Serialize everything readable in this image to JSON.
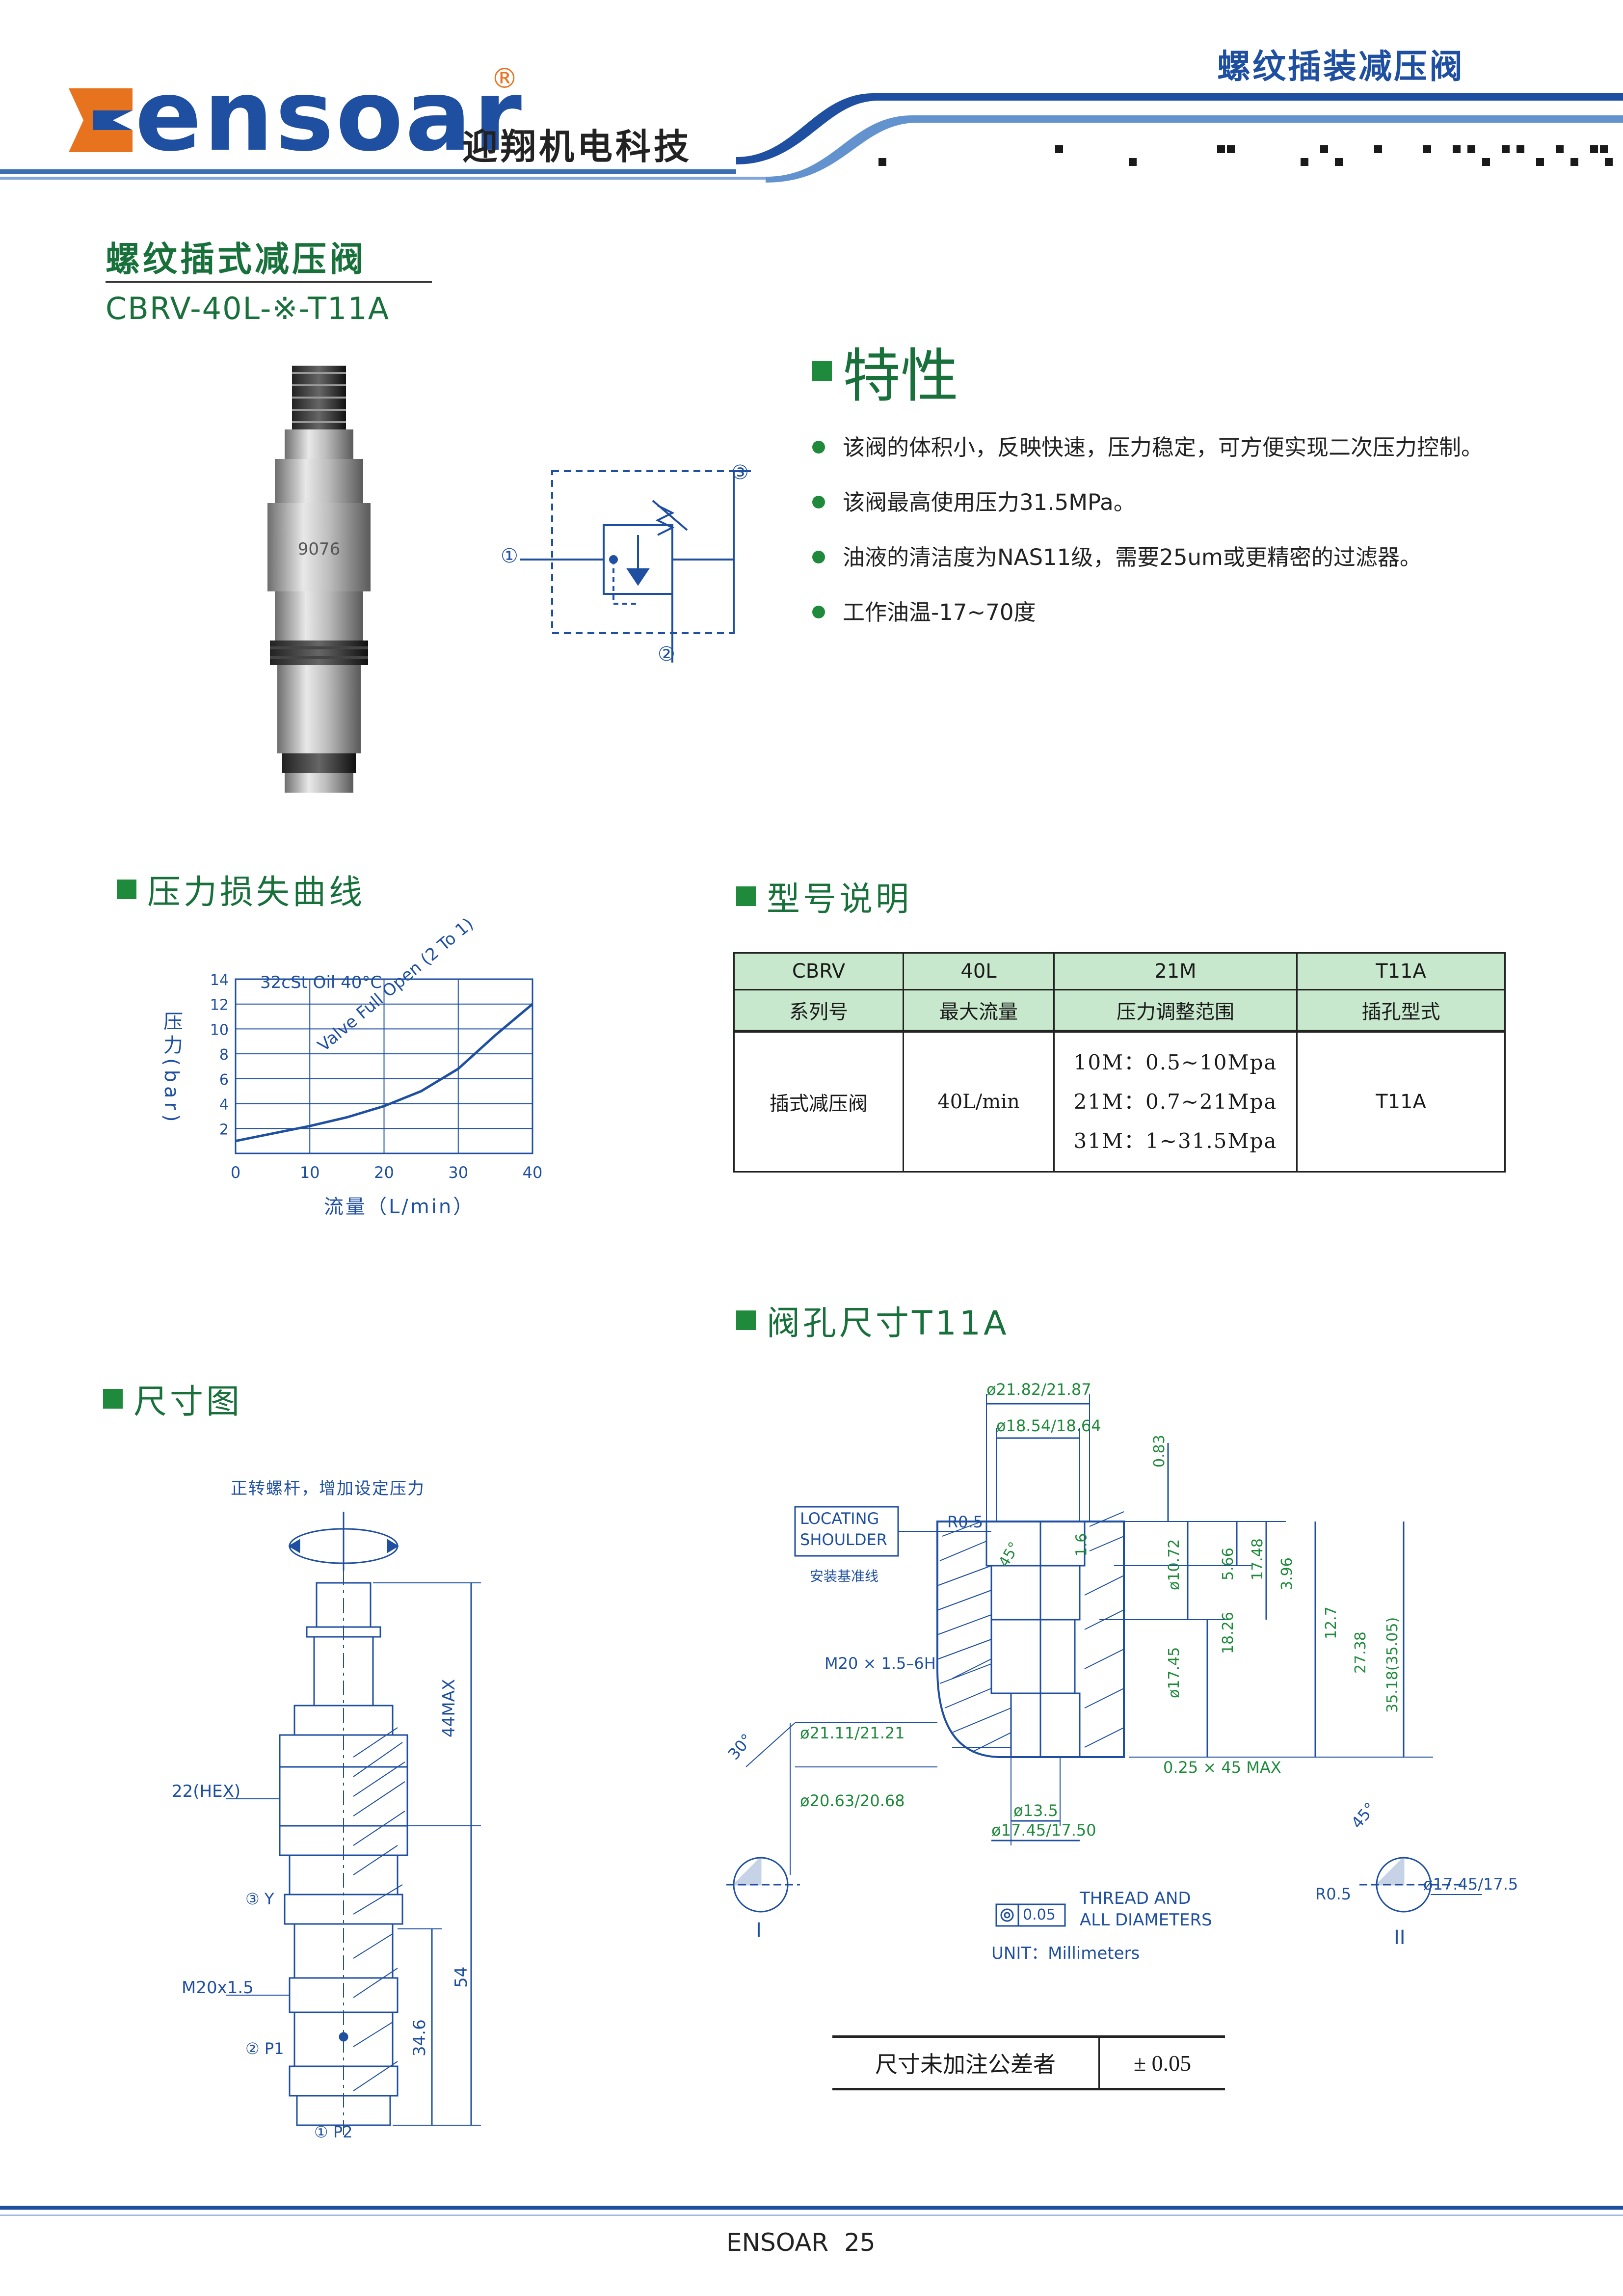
{
  "header": {
    "brand": "ensoar",
    "registered": "®",
    "brand_cn": "迎翔机电科技",
    "category": "螺纹插装减压阀",
    "colors": {
      "brand_blue": "#1f4fa0",
      "accent_green": "#1f8a3b",
      "logo_orange": "#e8731e"
    }
  },
  "product": {
    "name_cn": "螺纹插式减压阀",
    "model": "CBRV-40L-※-T11A"
  },
  "features": {
    "title": "特性",
    "items": [
      "该阀的体积小，反映快速，压力稳定，可方便实现二次压力控制。",
      "该阀最高使用压力31.5MPa。",
      "油液的清洁度为NAS11级，需要25um或更精密的过滤器。",
      "工作油温-17~70度"
    ]
  },
  "symbol": {
    "ports": [
      "①",
      "②",
      "③"
    ]
  },
  "pressure_curve": {
    "title": "压力损失曲线",
    "oil_label": "32cSt Oil 40°C",
    "curve_label": "Valve Full Open (2 To 1)",
    "ylabel": "压力(bar)",
    "xlabel": "流量（L/min）"
  },
  "chart_data": {
    "type": "line",
    "title": "",
    "xlabel": "流量（L/min）",
    "ylabel": "压力(bar)",
    "xlim": [
      0,
      40
    ],
    "ylim": [
      0,
      14
    ],
    "x_ticks": [
      0,
      10,
      20,
      30,
      40
    ],
    "y_ticks": [
      2,
      4,
      6,
      8,
      10,
      12,
      14
    ],
    "grid": true,
    "series": [
      {
        "name": "Valve Full Open (2 To 1)",
        "x": [
          0,
          5,
          10,
          15,
          20,
          25,
          30,
          35,
          40
        ],
        "y": [
          1.0,
          1.6,
          2.2,
          2.9,
          3.8,
          5.0,
          6.8,
          9.5,
          12.0
        ]
      }
    ]
  },
  "model_table": {
    "title": "型号说明",
    "row1": [
      "CBRV",
      "40L",
      "21M",
      "T11A"
    ],
    "row2": [
      "系列号",
      "最大流量",
      "压力调整范围",
      "插孔型式"
    ],
    "body": {
      "type": "插式减压阀",
      "flow": "40L/min",
      "ranges": [
        "10M：0.5~10Mpa",
        "21M：0.7~21Mpa",
        "31M：1~31.5Mpa"
      ],
      "cavity": "T11A"
    }
  },
  "dimension": {
    "title": "尺寸图",
    "note": "正转螺杆，增加设定压力",
    "labels": {
      "hex": "22(HEX)",
      "thread": "M20x1.5",
      "port3": "③ Y",
      "port2": "② P1",
      "port1": "① P2",
      "len_44": "44MAX",
      "len_54": "54",
      "len_34": "34.6"
    }
  },
  "cavity": {
    "title": "阀孔尺寸T11A",
    "locating_en_1": "LOCATING",
    "locating_en_2": "SHOULDER",
    "locating_cn": "安装基准线",
    "labels": {
      "d1": "ø21.82/21.87",
      "d2": "ø18.54/18.64",
      "r05": "R0.5",
      "thread": "M20 × 1.5–6H",
      "d3": "ø21.11/21.21",
      "d4": "ø20.63/20.68",
      "d5": "ø13.5",
      "d6": "ø17.45/17.50",
      "chamfer": "0.25 × 45 MAX",
      "v083": "0.83",
      "v1072": "ø10.72",
      "v566": "5.66",
      "v1748": "17.48",
      "v396": "3.96",
      "v127": "12.7",
      "v1826": "18.26",
      "v2738": "27.38",
      "v3518": "35.18(35.05)",
      "v1745b": "ø17.45",
      "a45": "45°",
      "a30": "30°",
      "v16": "1.6",
      "detail1": "I",
      "detail2": "II",
      "r05b": "R0.5",
      "d7": "ø17.45/17.5",
      "a45b": "45°",
      "flatness": "0.05",
      "thread_note_1": "THREAD AND",
      "thread_note_2": "ALL DIAMETERS",
      "unit": "UNIT：Millimeters"
    }
  },
  "tolerance": {
    "label": "尺寸未加注公差者",
    "value": "± 0.05"
  },
  "footer": {
    "text": "ENSOAR  25"
  }
}
